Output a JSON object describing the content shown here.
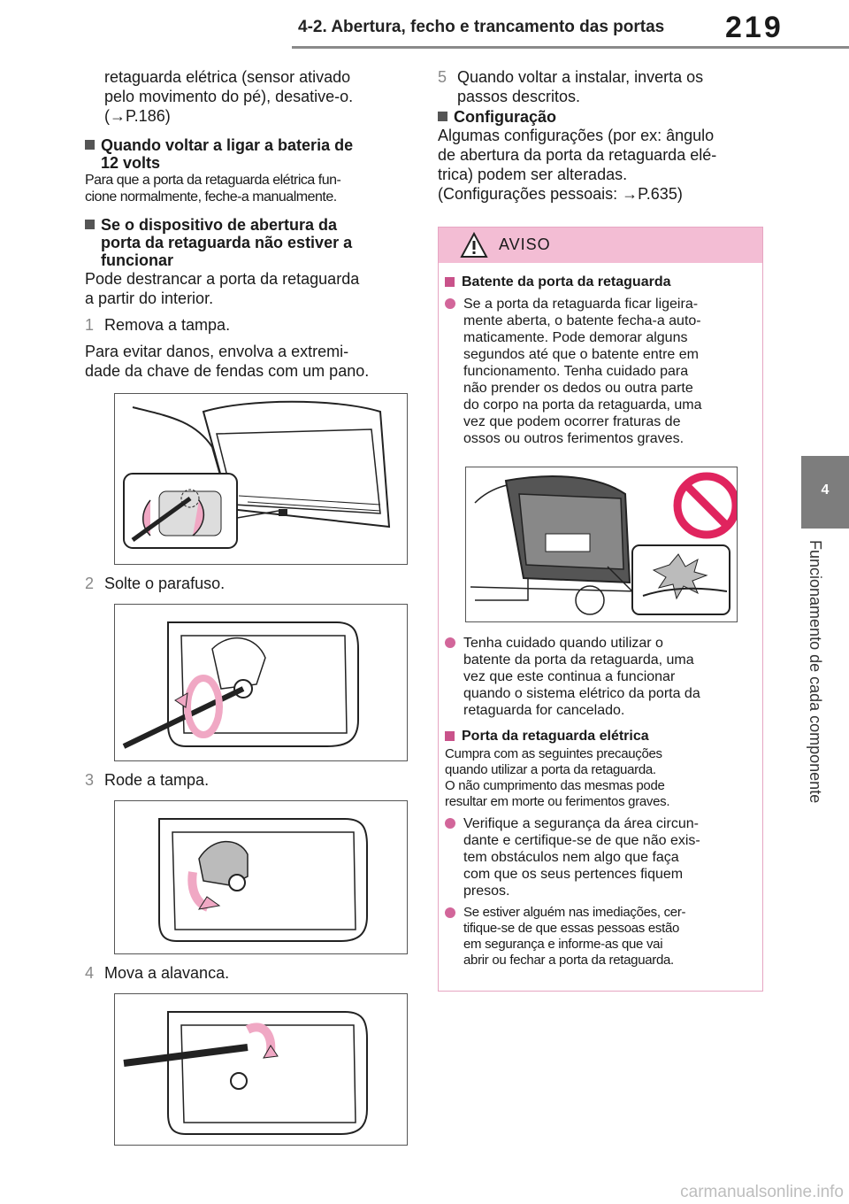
{
  "header": {
    "title": "4-2. Abertura, fecho e trancamento das portas",
    "page_number": "219"
  },
  "side": {
    "chapter_number": "4",
    "chapter_label": "Funcionamento de cada componente"
  },
  "left": {
    "intro": [
      "retaguarda elétrica (sensor ativado",
      "pelo movimento do pé), desative-o.",
      "(→P.186)"
    ],
    "section1": {
      "title": [
        "Quando voltar a ligar a bateria de",
        "12 volts"
      ],
      "text": [
        "Para que a porta da retaguarda elétrica fun-",
        "cione normalmente, feche-a manualmente."
      ]
    },
    "section2": {
      "title": [
        "Se o dispositivo de abertura da",
        "porta da retaguarda não estiver a",
        "funcionar"
      ],
      "text": [
        "Pode destrancar a porta da retaguarda",
        "a partir do interior."
      ]
    },
    "steps": [
      {
        "num": "1",
        "text": "Remova a tampa."
      },
      {
        "num": "2",
        "text": "Solte o parafuso."
      },
      {
        "num": "3",
        "text": "Rode a tampa."
      },
      {
        "num": "4",
        "text": "Mova a alavanca."
      }
    ],
    "note": [
      "Para evitar danos, envolva a extremi-",
      "dade da chave de fendas com um pano."
    ]
  },
  "right": {
    "step5": {
      "num": "5",
      "text": [
        "Quando voltar a instalar, inverta os",
        "passos descritos."
      ]
    },
    "config": {
      "title": "Configuração",
      "text": [
        "Algumas configurações (por ex: ângulo",
        "de abertura da porta da retaguarda elé-",
        "trica) podem ser alteradas.",
        "(Configurações pessoais: →P.635)"
      ]
    }
  },
  "warning": {
    "title": "AVISO",
    "sub1": "Batente da porta da retaguarda",
    "b1": [
      "Se a porta da retaguarda ficar ligeira-",
      "mente aberta, o batente fecha-a auto-",
      "maticamente. Pode demorar alguns",
      "segundos até que o batente entre em",
      "funcionamento. Tenha cuidado para",
      "não prender os dedos ou outra parte",
      "do corpo na porta da retaguarda, uma",
      "vez que podem ocorrer fraturas de",
      "ossos ou outros ferimentos graves."
    ],
    "b2": [
      "Tenha cuidado quando utilizar o",
      "batente da porta da retaguarda, uma",
      "vez que este continua a funcionar",
      "quando o sistema elétrico da porta da",
      "retaguarda for cancelado."
    ],
    "sub2": "Porta da retaguarda elétrica",
    "sub2_text": [
      "Cumpra com as seguintes precauções",
      "quando utilizar a porta da retaguarda.",
      "O não cumprimento das mesmas pode",
      "resultar em morte ou ferimentos graves."
    ],
    "b3": [
      "Verifique a segurança da área circun-",
      "dante e certifique-se de que não exis-",
      "tem obstáculos nem algo que faça",
      "com que os seus pertences fiquem",
      "presos."
    ],
    "b4": [
      "Se estiver alguém nas imediações, cer-",
      "tifique-se de que essas pessoas estão",
      "em segurança e informe-as que vai",
      "abrir ou fechar a porta da retaguarda."
    ]
  },
  "watermark": "carmanualsonline.info",
  "colors": {
    "warning_header": "#f3bdd4",
    "warning_border": "#e6a5c2",
    "bullet": "#d2669a",
    "arrow_fill": "#f0a8c4",
    "prohibit_red": "#e0245e",
    "side_tab": "#7d7d7d"
  }
}
